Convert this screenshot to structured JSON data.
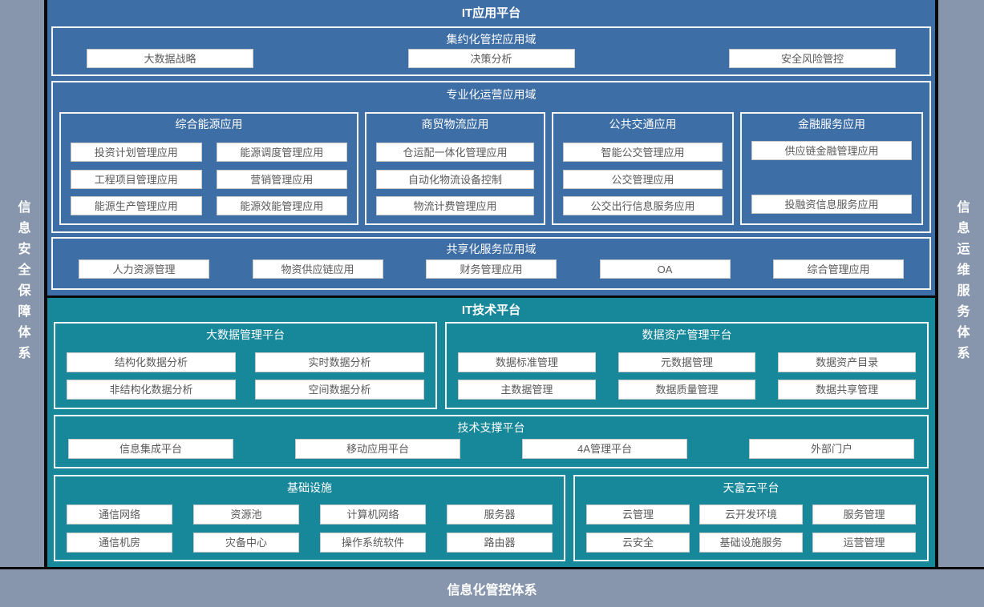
{
  "colors": {
    "app_blue": "#3e6ea6",
    "tech_teal": "#17879a",
    "frame_gray": "#8796ac",
    "divider_black": "#0a0a0a",
    "item_text_gray": "#595959",
    "title_white": "#ffffff"
  },
  "rails": {
    "left": "信息安全保障体系",
    "right": "信息运维服务体系",
    "bottom": "信息化管控体系"
  },
  "app": {
    "title": "IT应用平台",
    "intensive": {
      "title": "集约化管控应用域",
      "items": [
        "大数据战略",
        "决策分析",
        "安全风险管控"
      ]
    },
    "professional": {
      "title": "专业化运营应用域",
      "groups": [
        {
          "title": "综合能源应用",
          "items": [
            "投资计划管理应用",
            "能源调度管理应用",
            "工程项目管理应用",
            "营销管理应用",
            "能源生产管理应用",
            "能源效能管理应用"
          ]
        },
        {
          "title": "商贸物流应用",
          "items": [
            "仓运配一体化管理应用",
            "自动化物流设备控制",
            "物流计费管理应用"
          ]
        },
        {
          "title": "公共交通应用",
          "items": [
            "智能公交管理应用",
            "公交管理应用",
            "公交出行信息服务应用"
          ]
        },
        {
          "title": "金融服务应用",
          "items": [
            "供应链金融管理应用",
            "投融资信息服务应用"
          ]
        }
      ]
    },
    "shared": {
      "title": "共享化服务应用域",
      "items": [
        "人力资源管理",
        "物资供应链应用",
        "财务管理应用",
        "OA",
        "综合管理应用"
      ]
    }
  },
  "tech": {
    "title": "IT技术平台",
    "bigdata": {
      "title": "大数据管理平台",
      "items": [
        "结构化数据分析",
        "实时数据分析",
        "非结构化数据分析",
        "空间数据分析"
      ]
    },
    "dataasset": {
      "title": "数据资产管理平台",
      "items": [
        "数据标准管理",
        "元数据管理",
        "数据资产目录",
        "主数据管理",
        "数据质量管理",
        "数据共享管理"
      ]
    },
    "support": {
      "title": "技术支撑平台",
      "items": [
        "信息集成平台",
        "移动应用平台",
        "4A管理平台",
        "外部门户"
      ]
    },
    "infra": {
      "title": "基础设施",
      "items": [
        "通信网络",
        "资源池",
        "计算机网络",
        "服务器",
        "通信机房",
        "灾备中心",
        "操作系统软件",
        "路由器"
      ]
    },
    "cloud": {
      "title": "天富云平台",
      "items": [
        "云管理",
        "云开发环境",
        "服务管理",
        "云安全",
        "基础设施服务",
        "运营管理"
      ]
    }
  }
}
